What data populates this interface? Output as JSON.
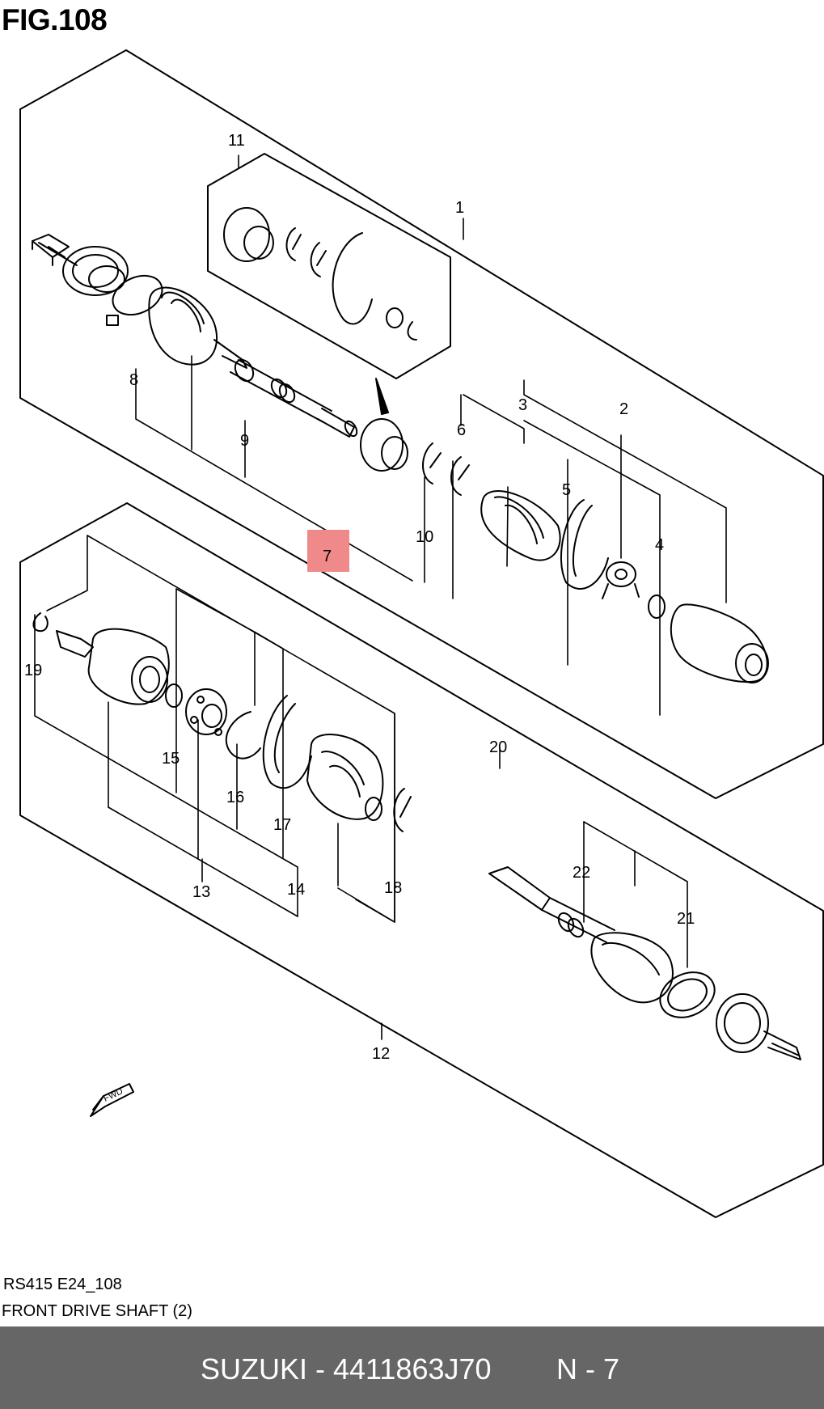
{
  "figure": {
    "title": "FIG.108",
    "model_code": "RS415 E24_108",
    "section_name": "FRONT DRIVE SHAFT (2)",
    "fwd_label": "FWD",
    "highlight_color": "#f08a8a"
  },
  "callouts": {
    "c1": "1",
    "c2": "2",
    "c3": "3",
    "c4": "4",
    "c5": "5",
    "c6": "6",
    "c7": "7",
    "c8": "8",
    "c9": "9",
    "c10": "10",
    "c11": "11",
    "c12": "12",
    "c13": "13",
    "c14": "14",
    "c15": "15",
    "c16": "16",
    "c17": "17",
    "c18": "18",
    "c19": "19",
    "c20": "20",
    "c21": "21",
    "c22": "22"
  },
  "footer": {
    "brand_part": "SUZUKI - 4411863J70",
    "page_ref": "N - 7",
    "background": "#666666"
  }
}
